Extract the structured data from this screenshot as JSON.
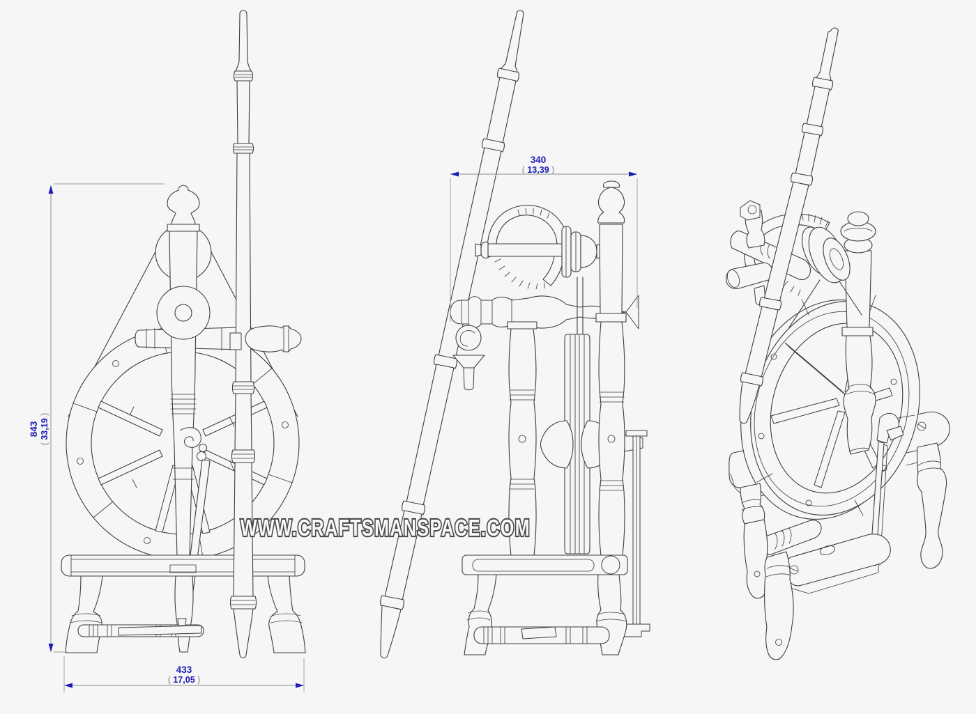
{
  "meta": {
    "background_color": "#f6f6f6",
    "line_color": "#3d3d3d",
    "dimension_color": "#1c1cb4",
    "paren_color": "#a9a9a9"
  },
  "watermark": {
    "text": "WWW.CRAFTSMANSPACE.COM"
  },
  "dimensions": {
    "paren_open": "(",
    "paren_close": ")",
    "height": {
      "mm": "843",
      "inches": "33,19"
    },
    "width": {
      "mm": "433",
      "inches": "17,05"
    },
    "depth": {
      "mm": "340",
      "inches": "13,39"
    }
  }
}
